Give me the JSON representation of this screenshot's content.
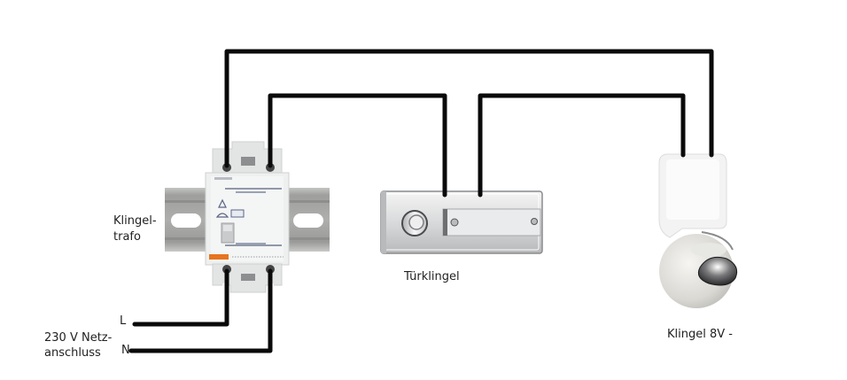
{
  "diagram": {
    "title": "Klingelanlage Schaltplan",
    "labels": {
      "transformer_line1": "Klingel-",
      "transformer_line2": "trafo",
      "doorbell_button": "Türklingel",
      "bell": "Klingel  8V -",
      "mains_line1": "230 V Netz-",
      "mains_line2": "anschluss",
      "phase": "L",
      "neutral": "N"
    },
    "components": [
      {
        "id": "transformer",
        "name": "Klingeltrafo",
        "type": "DIN-rail bell transformer"
      },
      {
        "id": "button",
        "name": "Türklingel",
        "type": "doorbell push button"
      },
      {
        "id": "bell",
        "name": "Klingel 8V",
        "type": "electric bell"
      }
    ],
    "connections": [
      {
        "from": "transformer.secondary_1",
        "to": "bell.terminal_2"
      },
      {
        "from": "transformer.secondary_2",
        "to": "button.terminal_1"
      },
      {
        "from": "button.terminal_2",
        "to": "bell.terminal_1"
      },
      {
        "from": "mains.L",
        "to": "transformer.primary_1"
      },
      {
        "from": "mains.N",
        "to": "transformer.primary_2"
      }
    ],
    "colors": {
      "wire": "#0a0a0a",
      "rail": "#a9aaa8",
      "housing": "#eceeed",
      "brand": "#e8741e"
    }
  }
}
